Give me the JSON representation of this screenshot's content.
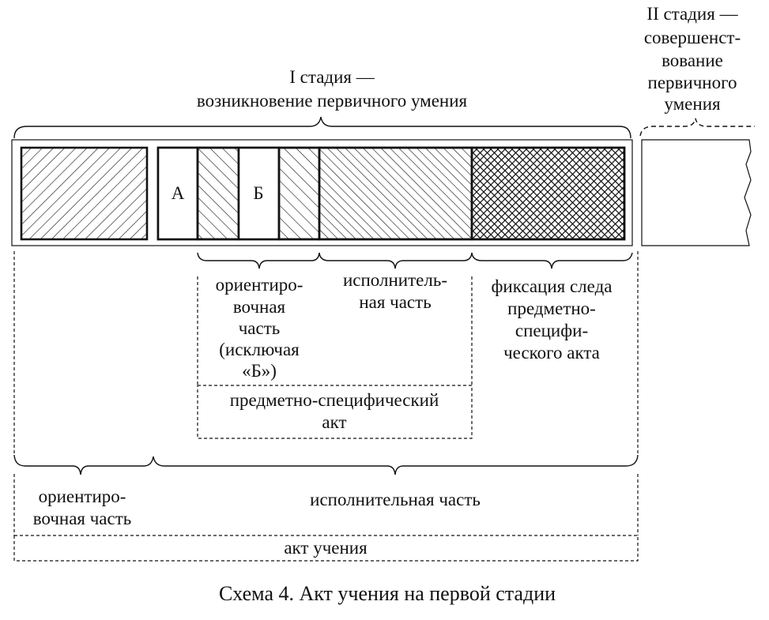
{
  "stage1": {
    "line1": "I стадия —",
    "line2": "возникновение первичного умения"
  },
  "stage2": {
    "line1": "II стадия —",
    "line2": "совершенст-",
    "line3": "вование",
    "line4": "первичного",
    "line5": "умения"
  },
  "bar": {
    "label_a": "А",
    "label_b": "Б"
  },
  "orient_part_excl": {
    "line1": "ориентиро-",
    "line2": "вочная",
    "line3": "часть",
    "line4": "(исключая",
    "line5": "«Б»)"
  },
  "exec_part_small": {
    "line1": "исполнитель-",
    "line2": "ная часть"
  },
  "trace_fixation": {
    "line1": "фиксация следа",
    "line2": "предметно-",
    "line3": "специфи-",
    "line4": "ческого акта"
  },
  "subject_act": {
    "line1": "предметно-специфический",
    "line2": "акт"
  },
  "orient_part": {
    "line1": "ориентиро-",
    "line2": "вочная часть"
  },
  "exec_part": "исполнительная часть",
  "learning_act": "акт учения",
  "caption": "Схема 4. Акт учения на первой стадии"
}
